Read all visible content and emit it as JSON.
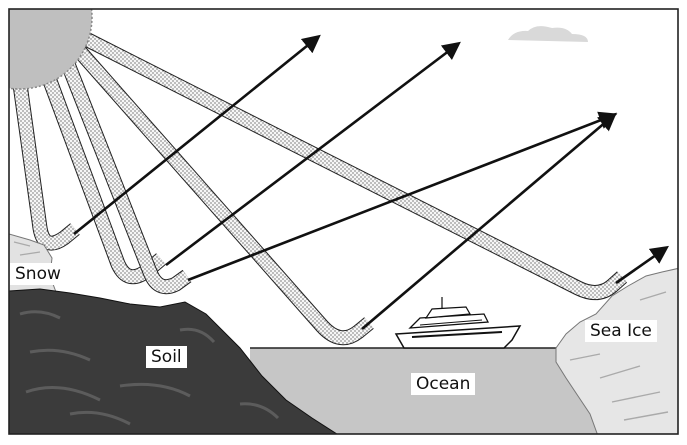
{
  "labels": {
    "snow": "Snow",
    "soil": "Soil",
    "ocean": "Ocean",
    "sea_ice": "Sea Ice"
  },
  "colors": {
    "sky": "#ffffff",
    "frame": "#222222",
    "sun": "#bdbdbd",
    "soil": "#3a3a3a",
    "ocean": "#c6c6c6",
    "ice": "#e6e6e6",
    "ray_fill": "#f6f6f6",
    "arrow": "#111111"
  },
  "icons": [
    "sun-icon",
    "cloud-icon",
    "ship-icon",
    "arrow-icon"
  ]
}
